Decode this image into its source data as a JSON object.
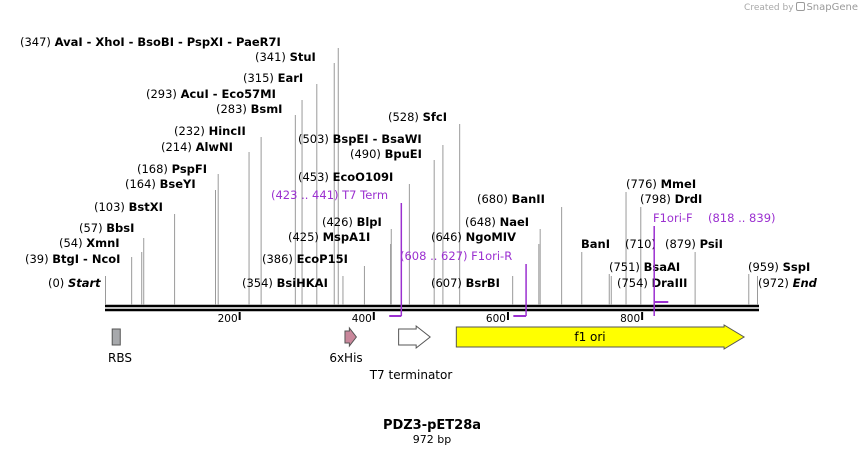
{
  "credit": {
    "prefix": "Created by",
    "brand": "SnapGene"
  },
  "map": {
    "name": "PDZ3-pET28a",
    "length_label": "972 bp",
    "length": 972,
    "ticks": [
      200,
      400,
      600,
      800
    ],
    "sites": [
      {
        "pos": "(0)",
        "name": "Start",
        "bp": 0,
        "italic": true
      },
      {
        "pos": "(39)",
        "name": "BtgI - NcoI",
        "bp": 39
      },
      {
        "pos": "(54)",
        "name": "XmnI",
        "bp": 54
      },
      {
        "pos": "(57)",
        "name": "BbsI",
        "bp": 57
      },
      {
        "pos": "(103)",
        "name": "BstXI",
        "bp": 103
      },
      {
        "pos": "(164)",
        "name": "BseYI",
        "bp": 164
      },
      {
        "pos": "(168)",
        "name": "PspFI",
        "bp": 168
      },
      {
        "pos": "(214)",
        "name": "AlwNI",
        "bp": 214
      },
      {
        "pos": "(232)",
        "name": "HincII",
        "bp": 232
      },
      {
        "pos": "(283)",
        "name": "BsmI",
        "bp": 283
      },
      {
        "pos": "(293)",
        "name": "AcuI - Eco57MI",
        "bp": 293
      },
      {
        "pos": "(315)",
        "name": "EarI",
        "bp": 315
      },
      {
        "pos": "(341)",
        "name": "StuI",
        "bp": 341
      },
      {
        "pos": "(347)",
        "name": "AvaI - XhoI - BsoBI - PspXI - PaeR7I",
        "bp": 347
      },
      {
        "pos": "(354)",
        "name": "BsiHKAI",
        "bp": 354
      },
      {
        "pos": "(386)",
        "name": "EcoP15I",
        "bp": 386
      },
      {
        "pos": "(425)",
        "name": "MspA1I",
        "bp": 425
      },
      {
        "pos": "(426)",
        "name": "BlpI",
        "bp": 426
      },
      {
        "pos": "(453)",
        "name": "EcoO109I",
        "bp": 453
      },
      {
        "pos": "(490)",
        "name": "BpuEI",
        "bp": 490
      },
      {
        "pos": "(503)",
        "name": "BspEI - BsaWI",
        "bp": 503
      },
      {
        "pos": "(528)",
        "name": "SfcI",
        "bp": 528
      },
      {
        "pos": "(607)",
        "name": "BsrBI",
        "bp": 607
      },
      {
        "pos": "(646)",
        "name": "NgoMIV",
        "bp": 646
      },
      {
        "pos": "(648)",
        "name": "NaeI",
        "bp": 648
      },
      {
        "pos": "(680)",
        "name": "BanII",
        "bp": 680
      },
      {
        "pos": "",
        "name": "BanI",
        "bp": 710
      },
      {
        "pos": "(710)",
        "name": "",
        "bp": 710
      },
      {
        "pos": "(751)",
        "name": "BsaAI",
        "bp": 751
      },
      {
        "pos": "(754)",
        "name": "DraIII",
        "bp": 754
      },
      {
        "pos": "(776)",
        "name": "MmeI",
        "bp": 776
      },
      {
        "pos": "(798)",
        "name": "DrdI",
        "bp": 798
      },
      {
        "pos": "(879)",
        "name": "PsiI",
        "bp": 879
      },
      {
        "pos": "(959)",
        "name": "SspI",
        "bp": 959
      },
      {
        "pos": "(972)",
        "name": "End",
        "bp": 972,
        "italic": true
      }
    ],
    "primers": [
      {
        "name": "T7 Term",
        "range": "(423 .. 441)",
        "bp_start": 423,
        "bp_end": 441,
        "direction": "reverse"
      },
      {
        "name": "F1ori-R",
        "range": "(608 .. 627)",
        "bp_start": 608,
        "bp_end": 627,
        "direction": "reverse"
      },
      {
        "name": "F1ori-F",
        "range": "(818 .. 839)",
        "bp_start": 818,
        "bp_end": 839,
        "direction": "forward"
      }
    ],
    "features": [
      {
        "name": "RBS",
        "type": "box",
        "color": "#a7a9ac",
        "bp_start": 10,
        "bp_end": 22
      },
      {
        "name": "6xHis",
        "type": "arrow",
        "color": "#c9879b",
        "bp_start": 357,
        "bp_end": 374
      },
      {
        "name": "T7 terminator",
        "type": "arrow",
        "color": "#ffffff",
        "bp_start": 437,
        "bp_end": 484
      },
      {
        "name": "f1 ori",
        "type": "arrow",
        "color": "#ffff00",
        "bp_start": 523,
        "bp_end": 952
      }
    ]
  }
}
